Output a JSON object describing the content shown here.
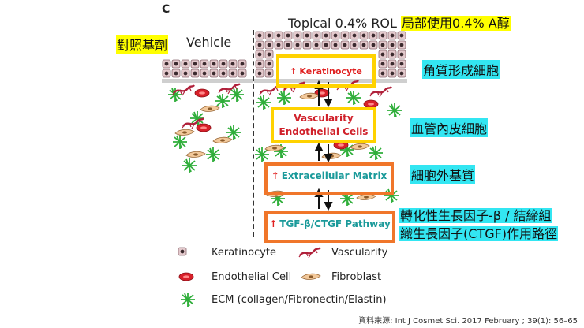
{
  "figure": {
    "panel_letter": "C",
    "topical_label": "Topical 0.4% ROL",
    "topical_label_cn": "局部使用0.4% A醇",
    "vehicle_label": "Vehicle",
    "vehicle_label_cn": "對照基劑"
  },
  "targets": [
    {
      "label": "Keratinocyte",
      "cn": "角質形成細胞"
    },
    {
      "label": "Vascularity\nEndothelial Cells",
      "label_line1": "Vascularity",
      "label_line2": "Endothelial Cells",
      "cn": "血管內皮細胞"
    },
    {
      "label": "Extracellular Matrix",
      "cn": "細胞外基質"
    },
    {
      "label": "TGF-β/CTGF Pathway",
      "cn_line1": "轉化性生長因子-β / 結締組",
      "cn_line2": "織生長因子(CTGF)作用路徑"
    }
  ],
  "legend": {
    "keratinocyte": "Keratinocyte",
    "vascularity": "Vascularity",
    "endothelial": "Endothelial Cell",
    "fibroblast": "Fibroblast",
    "ecm": "ECM (collagen/Fibronectin/Elastin)"
  },
  "source": "資料來源: Int J Cosmet Sci. 2017 February ; 39(1): 56–65",
  "colors": {
    "highlight_yellow": "#ffff00",
    "highlight_cyan": "#33e6f2",
    "box_yellow": "#ffd200",
    "box_orange": "#f0762a",
    "label_red": "#e02020",
    "label_teal": "#1a9a9a"
  }
}
